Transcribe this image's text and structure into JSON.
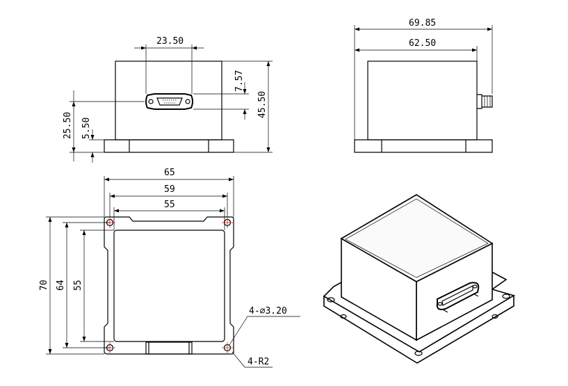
{
  "dimensions": {
    "front": {
      "connector_width": "23.50",
      "connector_height": "7.57",
      "total_height": "45.50",
      "connector_center_height": "25.50",
      "base_thickness": "5.50"
    },
    "side": {
      "overall_length": "69.85",
      "body_length": "62.50"
    },
    "top": {
      "overall_width": "65",
      "hole_pitch_x": "59",
      "body_width": "55",
      "overall_length": "70",
      "hole_pitch_y": "64",
      "body_length": "55",
      "hole_callout": "4-∅3.20",
      "corner_callout": "4-R2"
    }
  },
  "colors": {
    "line": "#000000",
    "hole_marks": "#e02020",
    "background": "#ffffff"
  }
}
